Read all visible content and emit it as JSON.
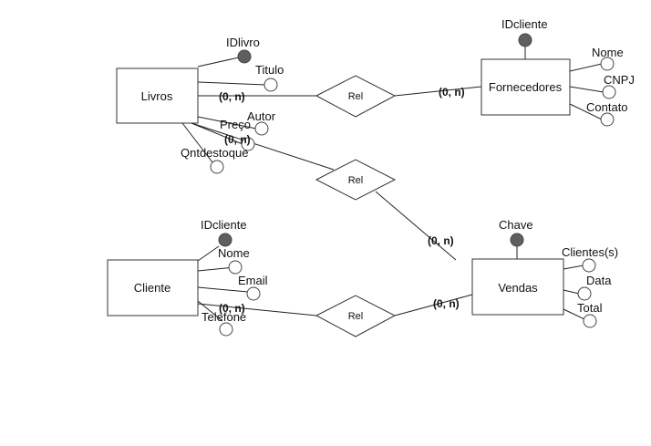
{
  "entities": {
    "livros": {
      "label": "Livros"
    },
    "fornecedores": {
      "label": "Fornecedores"
    },
    "cliente": {
      "label": "Cliente"
    },
    "vendas": {
      "label": "Vendas"
    }
  },
  "relationships": {
    "rel_livros_fornecedores": {
      "label": "Rel"
    },
    "rel_livros_vendas": {
      "label": "Rel"
    },
    "rel_cliente_vendas": {
      "label": "Rel"
    }
  },
  "attributes": {
    "livros": [
      "IDlivro",
      "Titulo",
      "Autor",
      "Preço",
      "Qntdestoque"
    ],
    "fornecedores": [
      "IDcliente",
      "Nome",
      "CNPJ",
      "Contato"
    ],
    "cliente": [
      "IDcliente",
      "Nome",
      "Email",
      "Telefone"
    ],
    "vendas": [
      "Chave",
      "Clientes(s)",
      "Data",
      "Total"
    ]
  },
  "cardinality": {
    "livros_fornecedores_left": "(0, n)",
    "livros_fornecedores_right": "(0, n)",
    "livros_vendas_top": "(0, n)",
    "livros_vendas_bottom": "(0, n)",
    "cliente_vendas_left": "(0, n)",
    "cliente_vendas_right": "(0, n)"
  },
  "key_attributes": [
    "IDlivro",
    "IDcliente",
    "IDcliente",
    "Chave"
  ]
}
